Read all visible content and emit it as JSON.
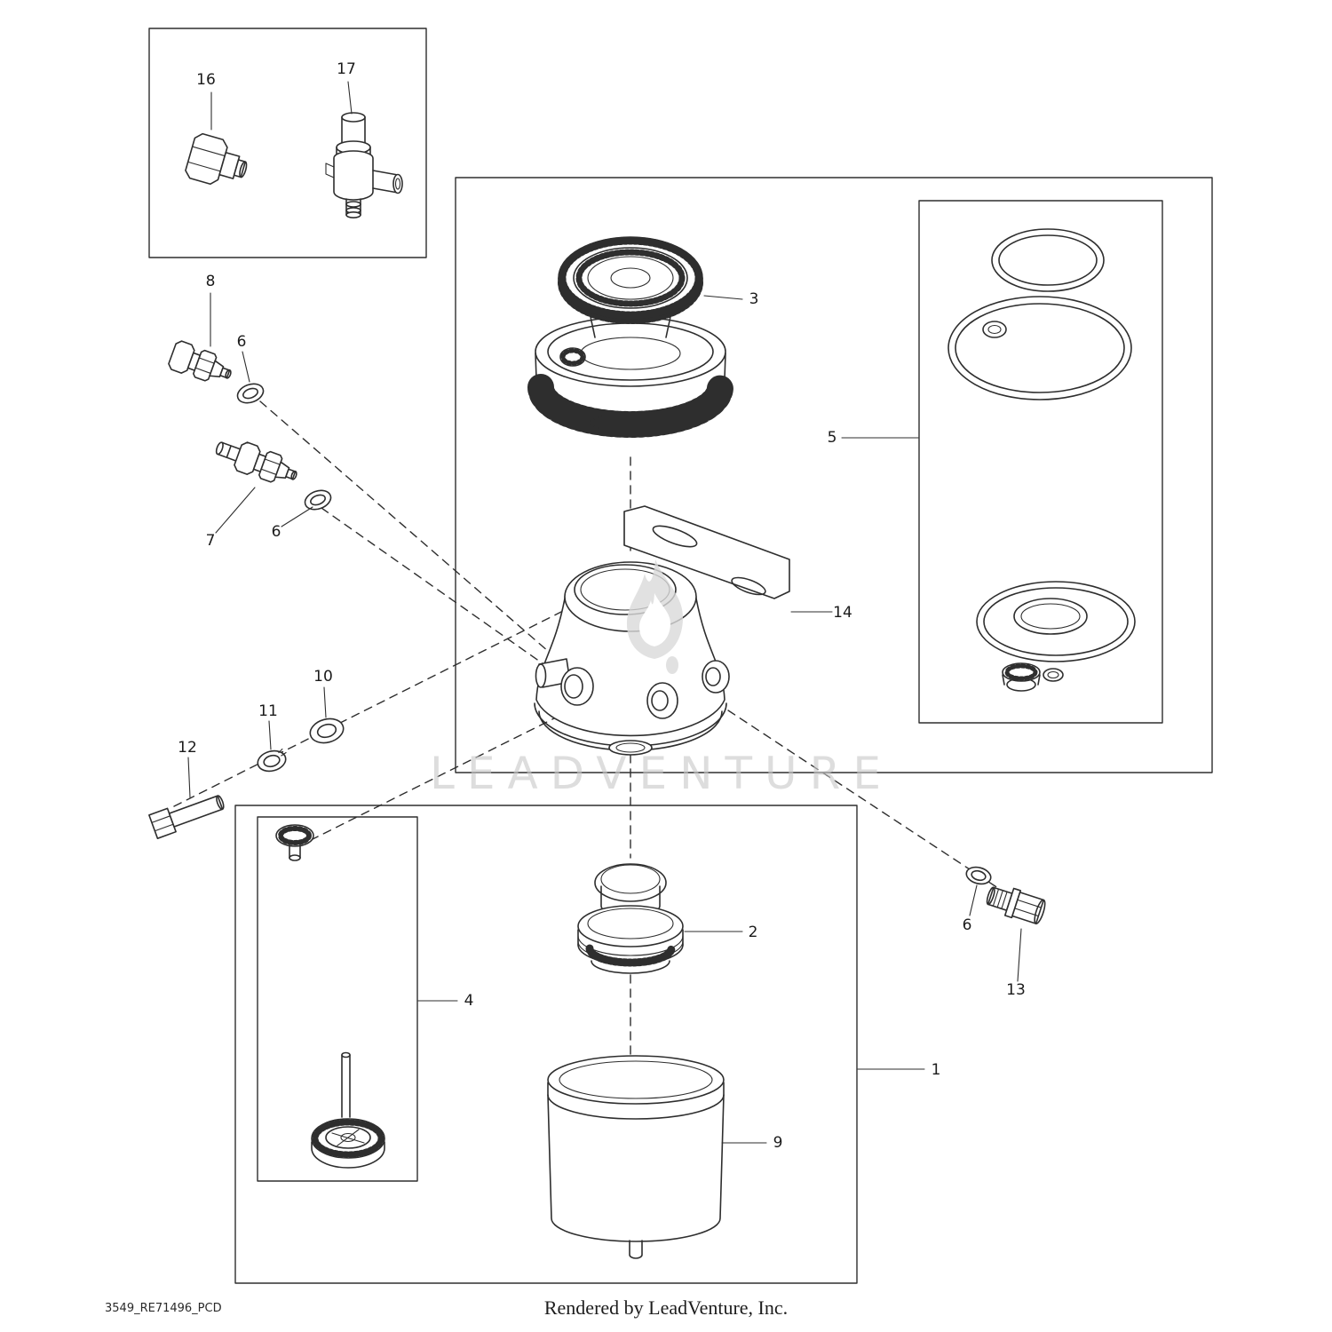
{
  "meta": {
    "drawing_code": "3549_RE71496_PCD",
    "credit": "Rendered by LeadVenture, Inc.",
    "watermark": "LEADVENTURE"
  },
  "colors": {
    "line": "#2e2e2e",
    "watermark": "#c9c9c9"
  },
  "callouts": [
    {
      "label": "16"
    },
    {
      "label": "17"
    },
    {
      "label": "8"
    },
    {
      "label": "6"
    },
    {
      "label": "7"
    },
    {
      "label": "6"
    },
    {
      "label": "3"
    },
    {
      "label": "5"
    },
    {
      "label": "14"
    },
    {
      "label": "10"
    },
    {
      "label": "11"
    },
    {
      "label": "12"
    },
    {
      "label": "2"
    },
    {
      "label": "6"
    },
    {
      "label": "13"
    },
    {
      "label": "4"
    },
    {
      "label": "1"
    },
    {
      "label": "9"
    }
  ]
}
